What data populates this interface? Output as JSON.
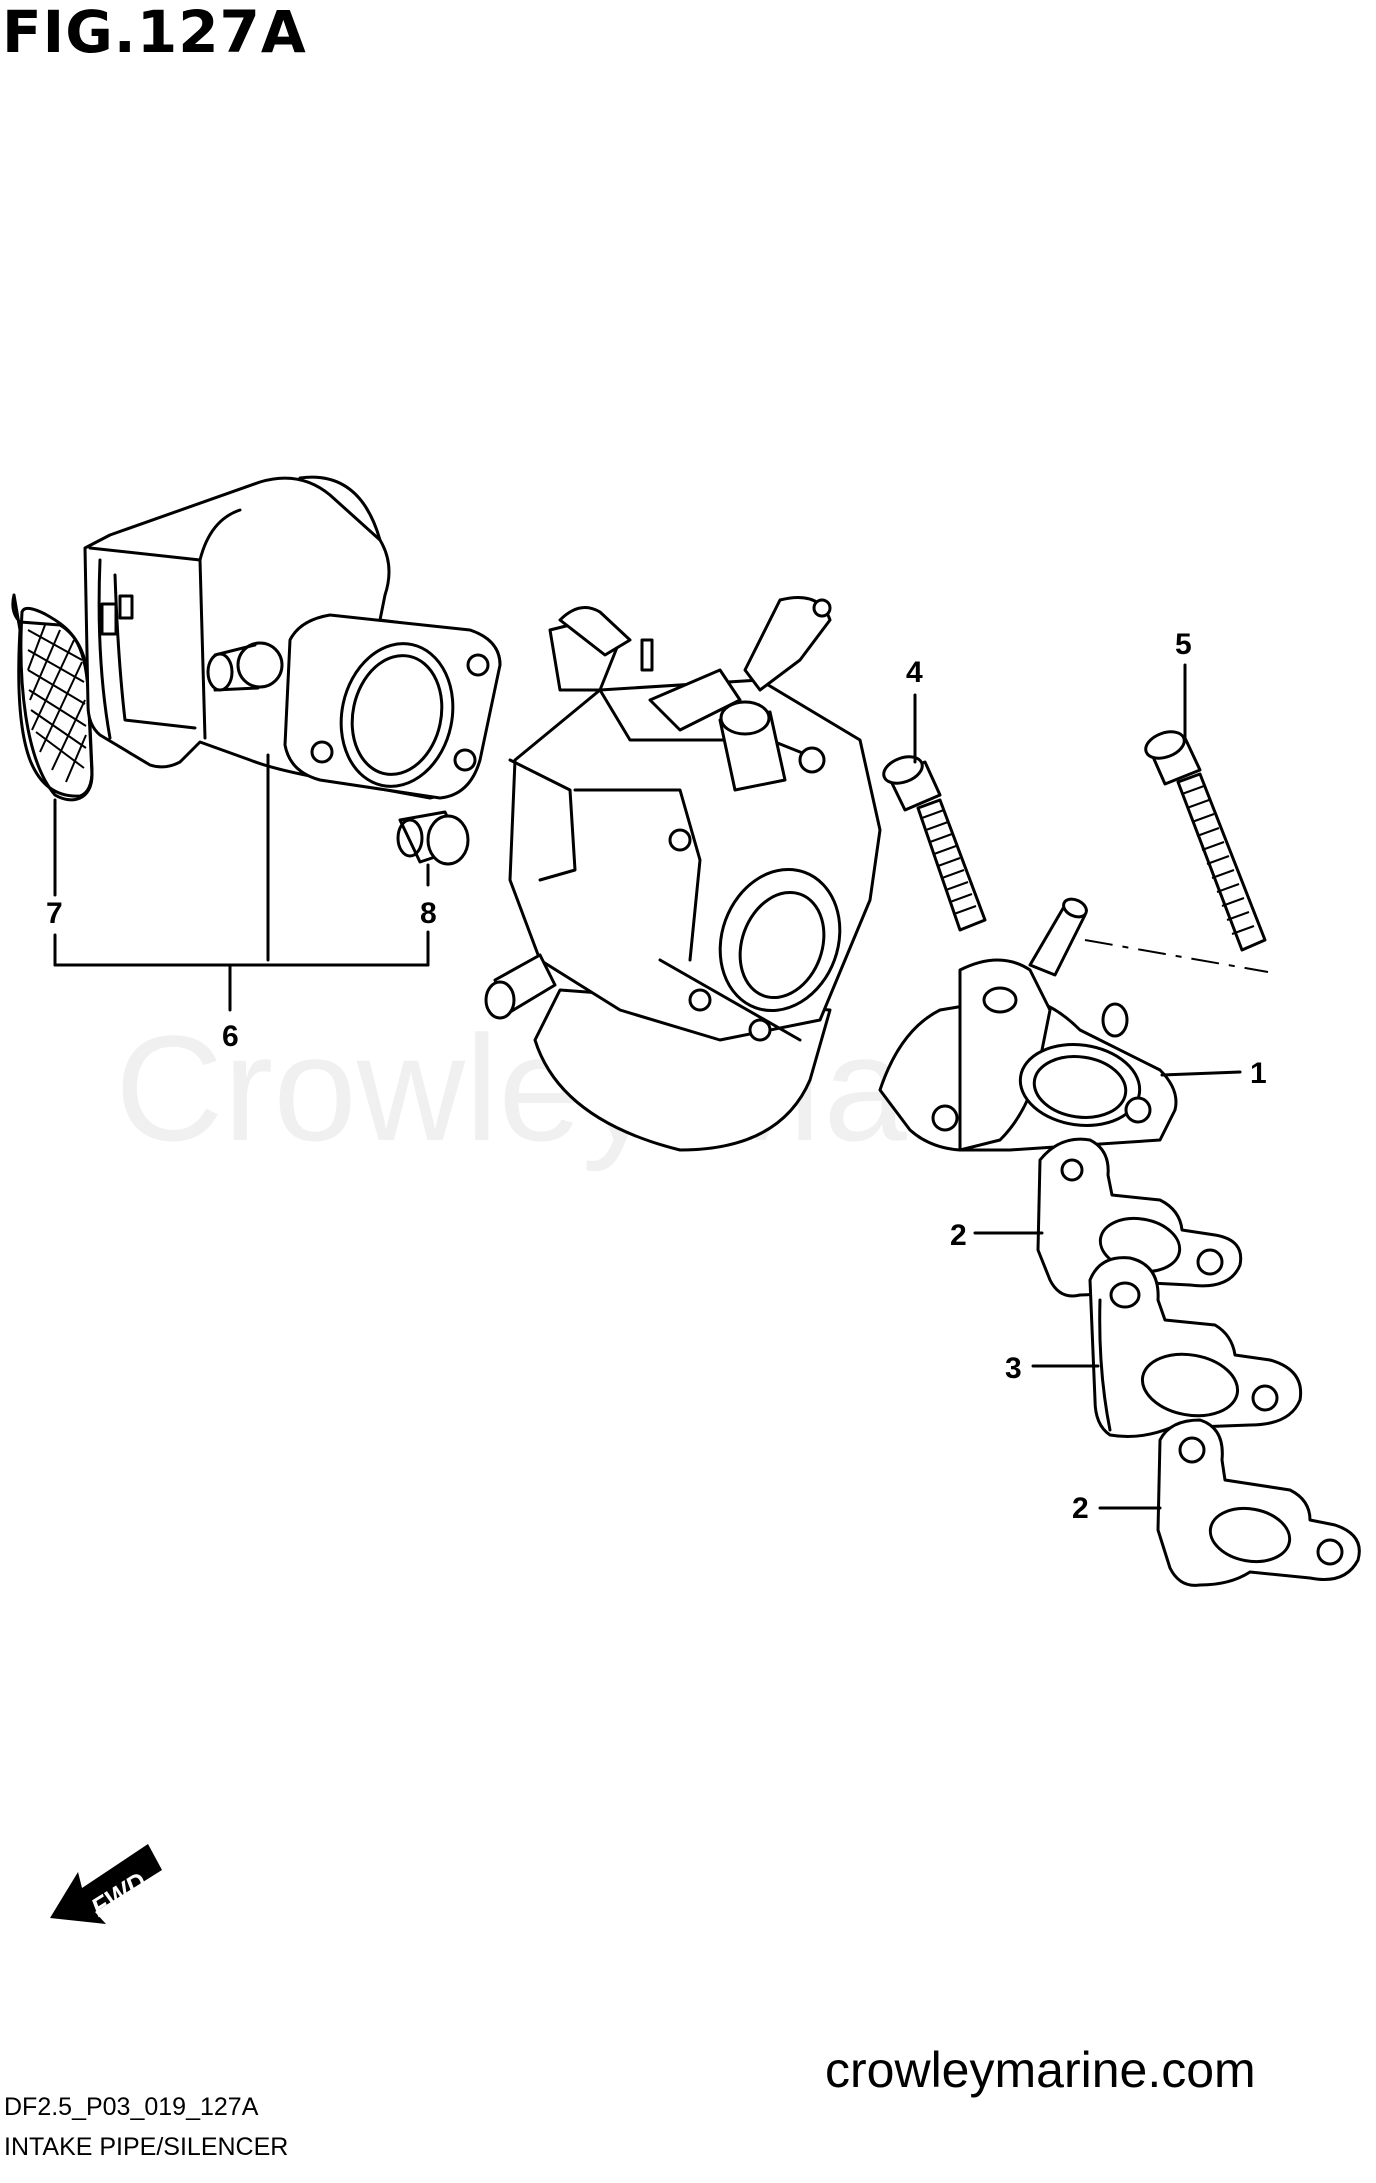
{
  "figure": {
    "title": "FIG.127A"
  },
  "watermark": "Crowley Marine",
  "callouts": [
    {
      "id": "1",
      "label": "1"
    },
    {
      "id": "2a",
      "label": "2"
    },
    {
      "id": "2b",
      "label": "2"
    },
    {
      "id": "3",
      "label": "3"
    },
    {
      "id": "4",
      "label": "4"
    },
    {
      "id": "5",
      "label": "5"
    },
    {
      "id": "6",
      "label": "6"
    },
    {
      "id": "7",
      "label": "7"
    },
    {
      "id": "8",
      "label": "8"
    }
  ],
  "direction_marker": {
    "label": "FWD",
    "icon": "arrow-left-down-icon"
  },
  "footer": {
    "site": "crowleymarine.com",
    "diagram_code": "DF2.5_P03_019_127A",
    "caption": "INTAKE PIPE/SILENCER"
  }
}
